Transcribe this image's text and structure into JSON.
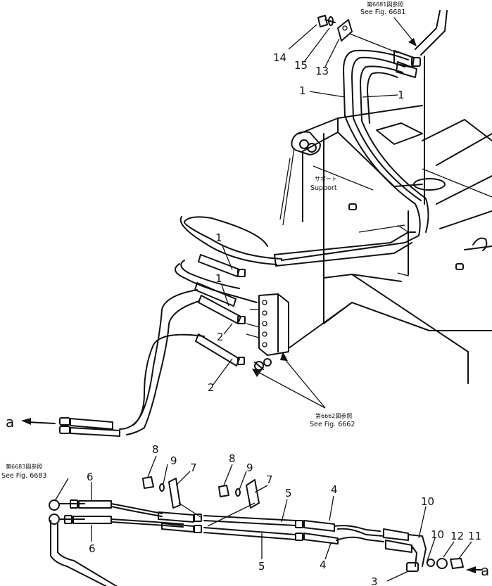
{
  "references": {
    "fig_6681": {
      "jp": "第6681図参照",
      "en": "See Fig. 6681"
    },
    "fig_6662": {
      "jp": "第6662図参照",
      "en": "See Fig. 6662"
    },
    "fig_6683": {
      "jp": "第6683図参照",
      "en": "See Fig. 6683"
    }
  },
  "support_label": {
    "jp": "サポート",
    "en": "Support"
  },
  "connector_a": "a",
  "callouts": {
    "c14": "14",
    "c15": "15",
    "c13": "13",
    "c1_top_left": "1",
    "c1_top_right": "1",
    "c1_mid_upper": "1",
    "c1_mid_lower": "1",
    "c2_upper": "2",
    "c2_lower": "2",
    "c8_left": "8",
    "c9_left": "9",
    "c7_left": "7",
    "c8_right": "8",
    "c9_right": "9",
    "c7_right": "7",
    "c6_upper": "6",
    "c6_lower": "6",
    "c5_upper": "5",
    "c5_lower": "5",
    "c4_upper": "4",
    "c4_lower": "4",
    "c10_upper": "10",
    "c10_lower": "10",
    "c12": "12",
    "c11": "11",
    "c3": "3"
  }
}
